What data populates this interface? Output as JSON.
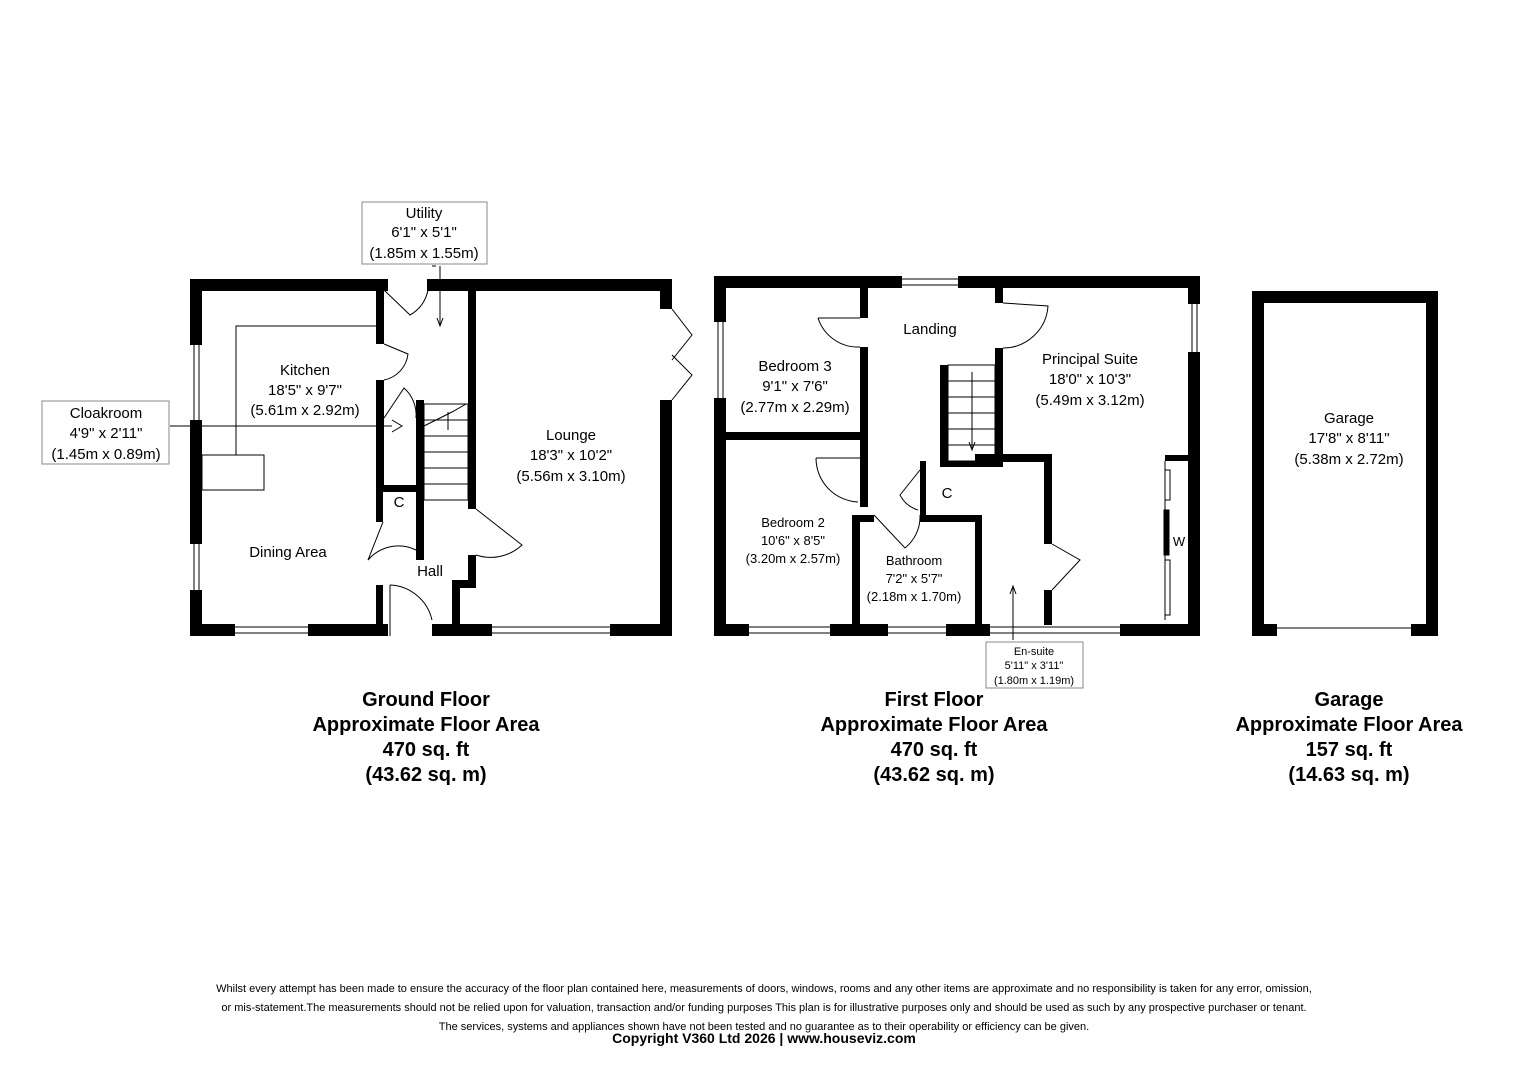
{
  "floors": {
    "ground": {
      "name": "Ground Floor",
      "area_label": "Approximate Floor Area",
      "area_sqft": "470 sq. ft",
      "area_sqm": "(43.62 sq. m)"
    },
    "first": {
      "name": "First Floor",
      "area_label": "Approximate Floor Area",
      "area_sqft": "470 sq. ft",
      "area_sqm": "(43.62  sq. m)"
    },
    "garage": {
      "name": "Garage",
      "area_label": "Approximate Floor Area",
      "area_sqft": "157 sq. ft",
      "area_sqm": "(14.63  sq. m)"
    }
  },
  "rooms": {
    "utility": {
      "name": "Utility",
      "imperial": "6'1\" x 5'1\"",
      "metric": "(1.85m x 1.55m)"
    },
    "cloakroom": {
      "name": "Cloakroom",
      "imperial": "4'9\" x 2'11\"",
      "metric": "(1.45m x 0.89m)"
    },
    "kitchen": {
      "name": "Kitchen",
      "imperial": "18'5\" x 9'7\"",
      "metric": "(5.61m x 2.92m)"
    },
    "dining": {
      "name": "Dining Area"
    },
    "lounge": {
      "name": "Lounge",
      "imperial": "18'3\" x 10'2\"",
      "metric": "(5.56m x 3.10m)"
    },
    "hall": {
      "name": "Hall"
    },
    "ground_cupboard": {
      "name": "C"
    },
    "landing": {
      "name": "Landing"
    },
    "bedroom3": {
      "name": "Bedroom 3",
      "imperial": "9'1\" x 7'6\"",
      "metric": "(2.77m x 2.29m)"
    },
    "bedroom2": {
      "name": "Bedroom 2",
      "imperial": "10'6\" x 8'5\"",
      "metric": "(3.20m x 2.57m)"
    },
    "bathroom": {
      "name": "Bathroom",
      "imperial": "7'2\" x 5'7\"",
      "metric": "(2.18m x 1.70m)"
    },
    "first_cupboard": {
      "name": "C"
    },
    "principal": {
      "name": "Principal Suite",
      "imperial": "18'0\" x 10'3\"",
      "metric": "(5.49m x 3.12m)"
    },
    "wardrobe": {
      "name": "W"
    },
    "ensuite": {
      "name": "En-suite",
      "imperial": "5'11\" x 3'11\"",
      "metric": "(1.80m x 1.19m)"
    },
    "garage": {
      "name": "Garage",
      "imperial": "17'8\" x 8'11\"",
      "metric": "(5.38m x 2.72m)"
    }
  },
  "disclaimer": [
    "Whilst every attempt has been made to ensure the accuracy of the floor plan contained here, measurements of doors, windows, rooms and any other items are approximate and no responsibility is taken for any error, omission,",
    "or mis-statement.The measurements should not be relied upon for valuation, transaction and/or funding purposes This plan is for illustrative purposes only and should be used as such by any prospective purchaser or tenant.",
    "The services, systems and appliances shown have not been tested and no guarantee as to their operability or efficiency can be given."
  ],
  "copyright": "Copyright V360 Ltd 2026 | www.houseviz.com",
  "colors": {
    "wall": "#000000",
    "background": "#ffffff",
    "fixture": "#555555"
  }
}
